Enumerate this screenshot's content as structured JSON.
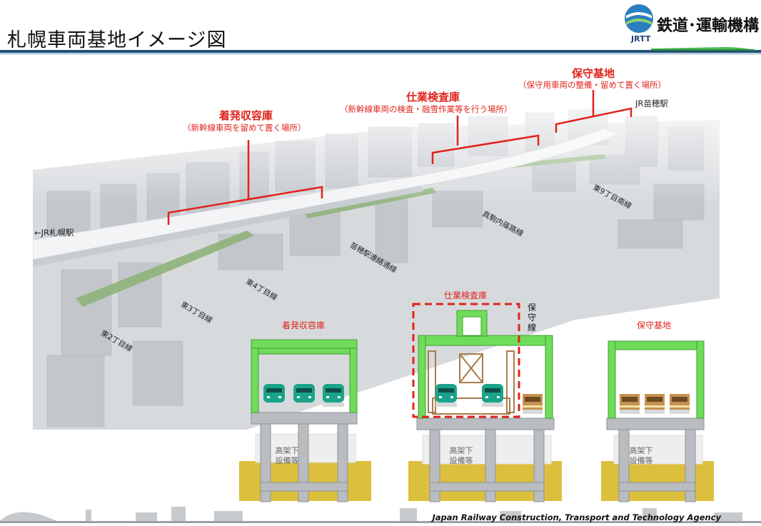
{
  "slide": {
    "title": "札幌車両基地イメージ図",
    "footer": "Japan Railway Construction, Transport and Technology Agency"
  },
  "logo": {
    "name": "鉄道･運輸機構",
    "abbr": "JRTT"
  },
  "aerial": {
    "sections": [
      {
        "title": "着発収容庫",
        "subtitle": "（新幹線車両を留めて置く場所）"
      },
      {
        "title": "仕業検査庫",
        "subtitle": "（新幹線車両の検査・融雪作業等を行う場所）"
      },
      {
        "title": "保守基地",
        "subtitle": "（保守用車両の整備・留めて置く場所）"
      }
    ],
    "stations": {
      "sapporo": "←JR札幌駅",
      "naebo": "JR苗穂駅"
    },
    "streets": {
      "e9s": "東9丁目南線",
      "makomanai": "真駒内篠路線",
      "naebo_link": "苗穂駅連絡通線",
      "e4": "東4丁目線",
      "e3": "東3丁目線",
      "e2": "東2丁目線"
    }
  },
  "cross_sections": {
    "left_title": "着発収容庫",
    "middle_title": "仕業検査庫",
    "right_title": "保守基地",
    "maintenance_line": "保守線",
    "under_label_1": "高架下",
    "under_label_2": "設備等"
  },
  "colors": {
    "accent_red": "#e0231c",
    "structure_green": "#6fdc5a",
    "pier_gray": "#b9bcc1",
    "ground_yellow": "#dcbf3c",
    "title_rule": "#1f4e79"
  }
}
